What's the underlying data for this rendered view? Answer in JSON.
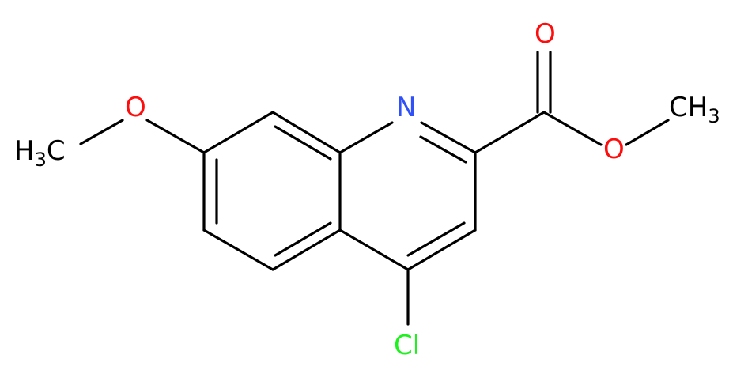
{
  "molecule": {
    "atoms": {
      "methyl_left": {
        "text": "H",
        "sub": "3",
        "text2": "C"
      },
      "oxygen_methoxy": {
        "text": "O"
      },
      "nitrogen": {
        "text": "N"
      },
      "oxygen_carbonyl": {
        "text": "O"
      },
      "oxygen_ester": {
        "text": "O"
      },
      "methyl_right": {
        "text": "CH",
        "sub": "3"
      },
      "chlorine": {
        "text": "Cl"
      }
    },
    "colors": {
      "carbon": "#000000",
      "nitrogen": "#3050F8",
      "oxygen": "#FF0D0D",
      "chlorine": "#1FF01F"
    }
  }
}
